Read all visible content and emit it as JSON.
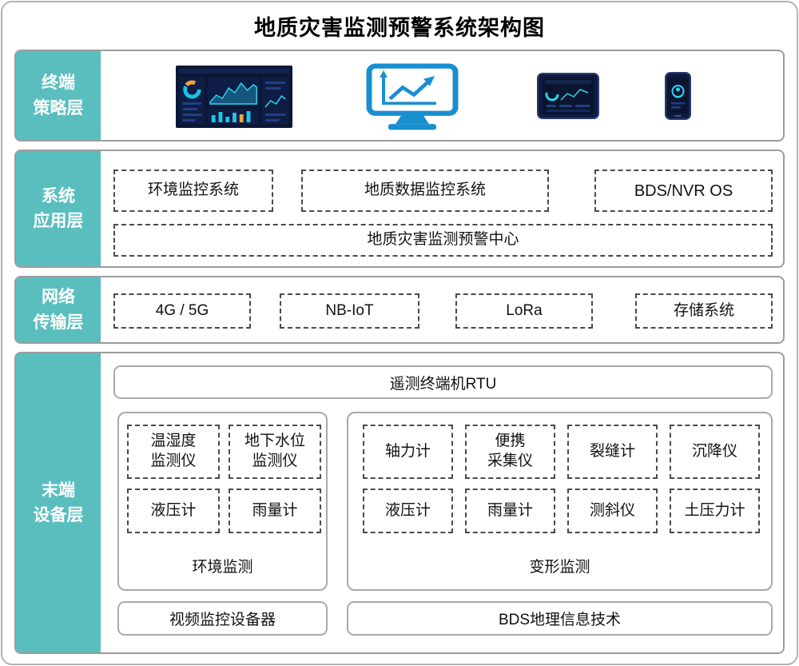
{
  "title": "地质灾害监测预警系统架构图",
  "colors": {
    "layer_label_bg": "#5ABEBF",
    "layer_border": "#9C9C9C",
    "dashed_border": "#4A4A4A",
    "monitor_blue": "#1A8FD0",
    "screen_navy": "#0B1736",
    "chart_cyan": "#2FD3F0"
  },
  "layers": {
    "terminal": {
      "label": "终端\n策略层",
      "icons": [
        "dashboard-screenshot",
        "monitor-line-chart",
        "tablet-dashboard",
        "smartphone-app"
      ]
    },
    "application": {
      "label": "系统\n应用层",
      "boxes": [
        "环境监控系统",
        "地质数据监控系统",
        "BDS/NVR OS"
      ],
      "center_box": "地质灾害监测预警中心"
    },
    "network": {
      "label": "网络\n传输层",
      "boxes": [
        "4G / 5G",
        "NB-IoT",
        "LoRa",
        "存储系统"
      ]
    },
    "devices": {
      "label": "末端\n设备层",
      "rtu": "遥测终端机RTU",
      "env_group": {
        "title": "环境监测",
        "items": [
          "温湿度\n监测仪",
          "地下水位\n监测仪",
          "液压计",
          "雨量计"
        ]
      },
      "deform_group": {
        "title": "变形监测",
        "items": [
          "轴力计",
          "便携\n采集仪",
          "裂缝计",
          "沉降仪",
          "液压计",
          "雨量计",
          "测斜仪",
          "土压力计"
        ]
      },
      "video_box": "视频监控设备器",
      "gis_box": "BDS地理信息技术"
    }
  }
}
